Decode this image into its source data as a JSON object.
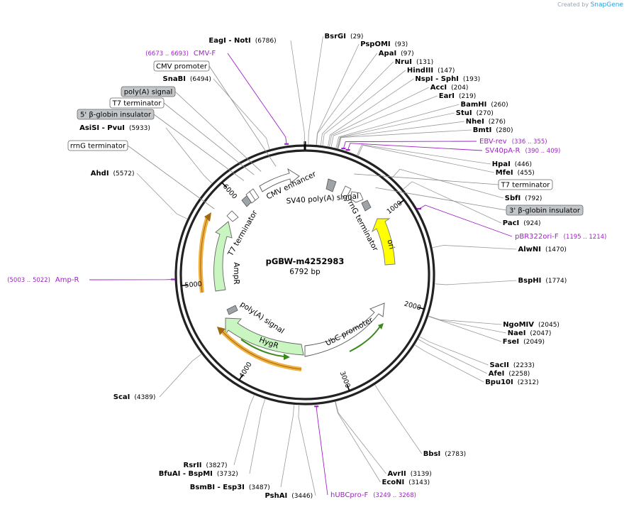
{
  "credit": {
    "prefix": "Created by",
    "brand": "SnapGene"
  },
  "plasmid": {
    "name": "pGBW-m4252983",
    "size_label": "6792 bp"
  },
  "ticks": [
    "1000",
    "2000",
    "3000",
    "4000",
    "5000",
    "6000"
  ],
  "sites": [
    {
      "name": "BsrGI",
      "pos": "(29)"
    },
    {
      "name": "PspOMI",
      "pos": "(93)"
    },
    {
      "name": "ApaI",
      "pos": "(97)"
    },
    {
      "name": "NruI",
      "pos": "(131)"
    },
    {
      "name": "HindIII",
      "pos": "(147)"
    },
    {
      "name": "NspI  - SphI",
      "pos": "(193)"
    },
    {
      "name": "AccI",
      "pos": "(204)"
    },
    {
      "name": "EarI",
      "pos": "(219)"
    },
    {
      "name": "BamHI",
      "pos": "(260)"
    },
    {
      "name": "StuI",
      "pos": "(270)"
    },
    {
      "name": "NheI",
      "pos": "(276)"
    },
    {
      "name": "BmtI",
      "pos": "(280)"
    },
    {
      "name": "HpaI",
      "pos": "(446)"
    },
    {
      "name": "MfeI",
      "pos": "(455)"
    },
    {
      "name": "SbfI",
      "pos": "(792)"
    },
    {
      "name": "PacI",
      "pos": "(924)"
    },
    {
      "name": "AlwNI",
      "pos": "(1470)"
    },
    {
      "name": "BspHI",
      "pos": "(1774)"
    },
    {
      "name": "NgoMIV",
      "pos": "(2045)"
    },
    {
      "name": "NaeI",
      "pos": "(2047)"
    },
    {
      "name": "FseI",
      "pos": "(2049)"
    },
    {
      "name": "SacII",
      "pos": "(2233)"
    },
    {
      "name": "AfeI",
      "pos": "(2258)"
    },
    {
      "name": "Bpu10I",
      "pos": "(2312)"
    },
    {
      "name": "BbsI",
      "pos": "(2783)"
    },
    {
      "name": "AvrII",
      "pos": "(3139)"
    },
    {
      "name": "EcoNI",
      "pos": "(3143)"
    },
    {
      "name": "PshAI",
      "pos": "(3446)"
    },
    {
      "name": "BsmBI  - Esp3I",
      "pos": "(3487)"
    },
    {
      "name": "BfuAI  - BspMI",
      "pos": "(3732)"
    },
    {
      "name": "RsrII",
      "pos": "(3827)"
    },
    {
      "name": "ScaI",
      "pos": "(4389)"
    },
    {
      "name": "AhdI",
      "pos": "(5572)"
    },
    {
      "name": "AsiSI  - PvuI",
      "pos": "(5933)"
    },
    {
      "name": "SnaBI",
      "pos": "(6494)"
    },
    {
      "name": "EagI  - NotI",
      "pos": "(6786)"
    }
  ],
  "primers": [
    {
      "name": "CMV-F",
      "range": "(6673 .. 6693)"
    },
    {
      "name": "EBV-rev",
      "range": "(336 .. 355)"
    },
    {
      "name": "SV40pA-R",
      "range": "(390 .. 409)"
    },
    {
      "name": "pBR322ori-F",
      "range": "(1195 .. 1214)"
    },
    {
      "name": "hUBCpro-F",
      "range": "(3249 .. 3268)"
    },
    {
      "name": "Amp-R",
      "range": "(5003 .. 5022)"
    }
  ],
  "feature_boxes": [
    {
      "label": "CMV promoter",
      "style": "white"
    },
    {
      "label": "poly(A) signal",
      "style": "gray"
    },
    {
      "label": "T7 terminator",
      "style": "white"
    },
    {
      "label": "5' β-globin insulator",
      "style": "gray"
    },
    {
      "label": "rrnG terminator",
      "style": "white"
    },
    {
      "label": "T7 terminator",
      "style": "white"
    },
    {
      "label": "3' β-globin insulator",
      "style": "gray"
    }
  ],
  "inner_labels": {
    "cmv_enhancer": "CMV enhancer",
    "sv40_polya": "SV40 poly(A) signal",
    "rrng_terminator": "rrnG terminator",
    "t7_terminator": "T7 terminator",
    "ori": "ori",
    "ampr": "AmpR",
    "polya_signal": "poly(A) signal",
    "hygr": "HygR",
    "ubc_promoter": "UbC promoter"
  },
  "colors": {
    "backbone": "#222222",
    "enzyme_line": "#9a9a9a",
    "primer": "#a020c8",
    "ori": "#ffff00",
    "green_feature": "#c8f5c0",
    "orange_orf": "#f0b040",
    "terminator_gray": "#9ea3a8"
  }
}
